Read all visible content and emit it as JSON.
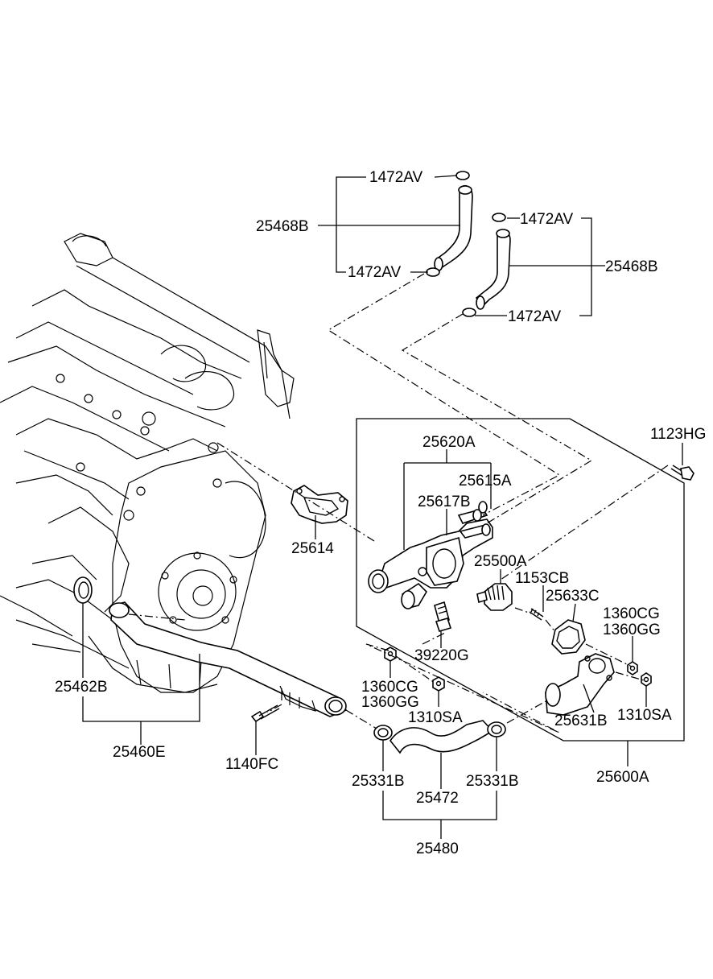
{
  "labels": {
    "l_1472AV_a": "1472AV",
    "l_25468B_a": "25468B",
    "l_1472AV_b": "1472AV",
    "l_1472AV_c": "1472AV",
    "l_25468B_b": "25468B",
    "l_1472AV_d": "1472AV",
    "l_1123HG": "1123HG",
    "l_25620A": "25620A",
    "l_25615A": "25615A",
    "l_25617B": "25617B",
    "l_25614": "25614",
    "l_25500A": "25500A",
    "l_1153CB": "1153CB",
    "l_25633C": "25633C",
    "l_1360CG_a": "1360CG",
    "l_1360GG_a": "1360GG",
    "l_39220G": "39220G",
    "l_1360CG_b": "1360CG",
    "l_1360GG_b": "1360GG",
    "l_1310SA_a": "1310SA",
    "l_25631B": "25631B",
    "l_1310SA_b": "1310SA",
    "l_25462B": "25462B",
    "l_25460E": "25460E",
    "l_1140FC": "1140FC",
    "l_25331B_a": "25331B",
    "l_25331B_b": "25331B",
    "l_25472": "25472",
    "l_25480": "25480",
    "l_25600A": "25600A"
  }
}
